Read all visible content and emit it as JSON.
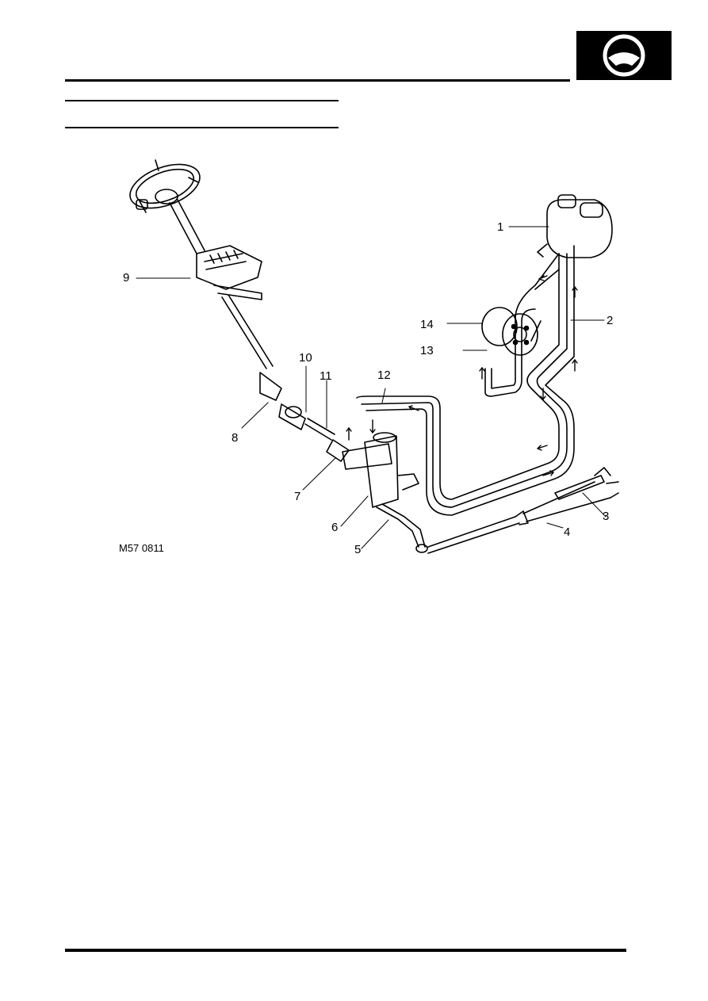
{
  "header": {
    "section_icon": "steering-wheel-icon"
  },
  "figure": {
    "id": "M57 0811",
    "callouts": {
      "c1": "1",
      "c2": "2",
      "c3": "3",
      "c4": "4",
      "c5": "5",
      "c6": "6",
      "c7": "7",
      "c8": "8",
      "c9": "9",
      "c10": "10",
      "c11": "11",
      "c12": "12",
      "c13": "13",
      "c14": "14"
    }
  }
}
